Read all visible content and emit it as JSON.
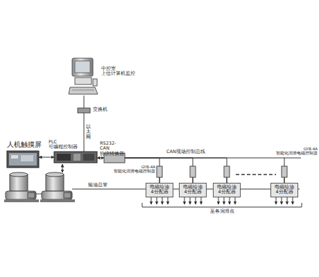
{
  "diagram": {
    "nodes": [
      {
        "text": [
          "中控室 上位计算机监控"
        ]
      },
      {
        "text": [
          "交换机"
        ]
      },
      {
        "text": [
          "人机触摸屏"
        ]
      },
      {
        "text": [
          "PLC 可编程控制器"
        ]
      },
      {
        "text": [
          "RS232-CAN 协议转换器"
        ]
      },
      {
        "text": [
          "电磁给油 4分配器"
        ]
      },
      {
        "text": [
          "电磁给油 4分配器"
        ]
      },
      {
        "text": [
          "电磁给油 4分配器"
        ]
      },
      {
        "text": [
          "电磁给油 4分配器"
        ]
      }
    ],
    "edges": [
      {
        "from": 0,
        "to": 1,
        "arrow": "none"
      },
      {
        "from": 1,
        "to": 3,
        "label": "以太网",
        "arrow": "none"
      },
      {
        "from": 2,
        "to": 3,
        "arrow": "both"
      },
      {
        "from": 3,
        "to": 4,
        "arrow": "both"
      },
      {
        "from": 4,
        "to": 5,
        "arrow": "none"
      },
      {
        "from": 4,
        "to": 6,
        "arrow": "none"
      },
      {
        "from": 4,
        "to": 7,
        "arrow": "none"
      },
      {
        "from": 4,
        "to": 8,
        "arrow": "none"
      }
    ],
    "labels": [
      "CAN现场控制总线",
      "输油总管",
      "GYB-4A 智能化润滑电磁控制器",
      "GYB-4A 智能化润滑电磁控制器",
      "至各润滑点"
    ]
  }
}
